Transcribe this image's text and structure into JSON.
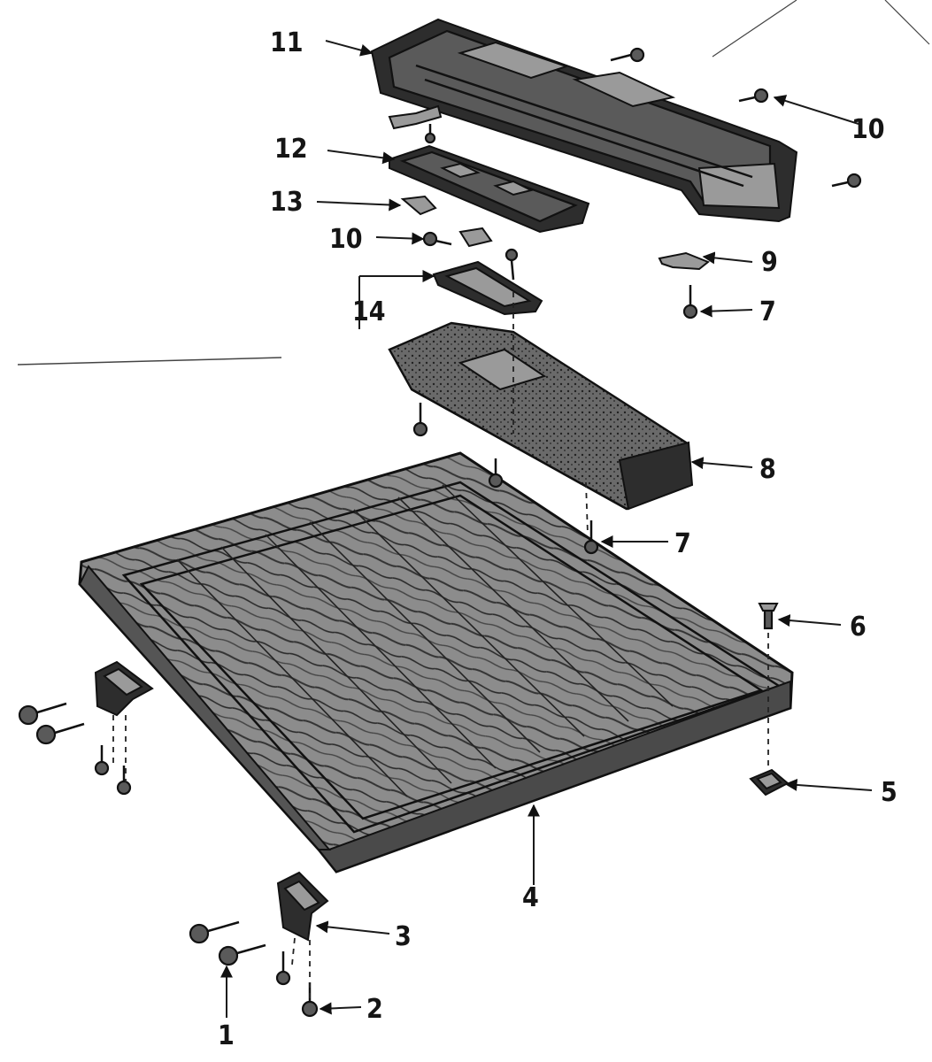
{
  "diagram": {
    "callouts": {
      "c1": "1",
      "c2": "2",
      "c3": "3",
      "c4": "4",
      "c5": "5",
      "c6": "6",
      "c7a": "7",
      "c7b": "7",
      "c8": "8",
      "c9": "9",
      "c10a": "10",
      "c10b": "10",
      "c11": "11",
      "c12": "12",
      "c13": "13",
      "c14": "14"
    }
  }
}
